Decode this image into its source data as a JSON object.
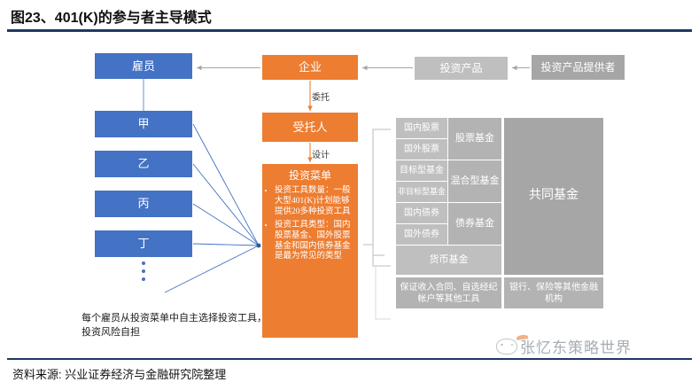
{
  "header": {
    "figure_title": "图23、401(K)的参与者主导模式"
  },
  "footer": {
    "source": "资料来源: 兴业证券经济与金融研究院整理",
    "watermark": "张忆东策略世界"
  },
  "colors": {
    "blue": "#4472C4",
    "orange": "#ED7D31",
    "grey_light": "#BFBFBF",
    "grey_mid": "#B3B3B3",
    "grey_dark": "#A6A6A6",
    "rule": "#1F3864"
  },
  "diagram": {
    "employee_column": {
      "header": "雇员",
      "members": [
        "甲",
        "乙",
        "丙",
        "丁"
      ],
      "ellipsis_dots": 3,
      "note": "每个雇员从投资菜单中自主选择投资工具，投资风险自担"
    },
    "enterprise_chain": {
      "enterprise": "企业",
      "entrust_label": "委托",
      "trustee": "受托人",
      "design_label": "设计",
      "menu": {
        "title": "投资菜单",
        "bullets": [
          "投资工具数量：一般大型401(K)计划能够提供20多种投资工具",
          "投资工具类型：国内股票基金、国外股票基金和国内债券基金是最为常见的类型"
        ]
      }
    },
    "product_chain": {
      "product": "投资产品",
      "provider": "投资产品提供者"
    },
    "product_grid": {
      "asset_classes": [
        "国内股票",
        "国外股票",
        "目标型基金",
        "非目标型基金",
        "国内债券",
        "国外债券"
      ],
      "fund_types": [
        "股票基金",
        "混合型基金",
        "债券基金"
      ],
      "money_fund": "货币基金",
      "mutual_fund": "共同基金",
      "other_tools": "保证收入合同、自选经纪帐户等其他工具",
      "other_institutions": "银行、保险等其他金融机构"
    }
  }
}
